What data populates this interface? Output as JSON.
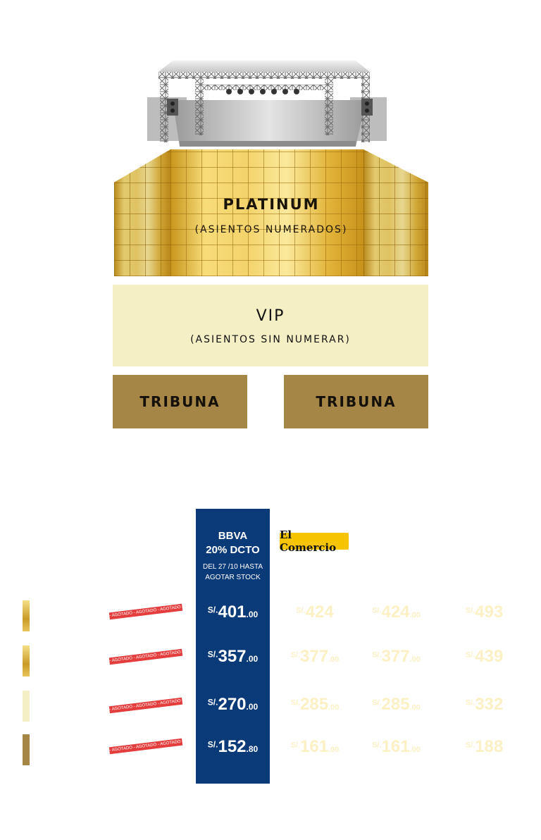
{
  "zones": {
    "platinum_title": "PLATINUM",
    "platinum_sub": "(ASIENTOS NUMERADOS)",
    "vip_title": "VIP",
    "vip_sub": "(ASIENTOS SIN NUMERAR)",
    "tribuna_left": "TRIBUNA",
    "tribuna_right": "TRIBUNA"
  },
  "table": {
    "bbva_header": {
      "name": "BBVA",
      "discount": "20% DCTO",
      "period_line1": "DEL 27 /10 HASTA",
      "period_line2": "AGOTAR STOCK"
    },
    "comercio_logo": "El Comercio",
    "agotado_text": "- AGOTADO - AGOTADO - AGOTADO - AGOTADO",
    "rows": [
      {
        "bbva": {
          "currency": "S/.",
          "int": "401",
          "dec": ".00"
        },
        "comercio": {
          "currency": "S/.",
          "int": "424",
          "dec": ""
        },
        "basico": {
          "currency": "S/.",
          "int": "424",
          "dec": ".00"
        },
        "regular": {
          "currency": "S/.",
          "int": "493",
          "dec": ""
        }
      },
      {
        "bbva": {
          "currency": "S/.",
          "int": "357",
          "dec": ".00"
        },
        "comercio": {
          "currency": "S/.",
          "int": "377",
          "dec": ".00"
        },
        "basico": {
          "currency": "S/.",
          "int": "377",
          "dec": ".00"
        },
        "regular": {
          "currency": "S/.",
          "int": "439",
          "dec": ""
        }
      },
      {
        "bbva": {
          "currency": "S/.",
          "int": "270",
          "dec": ".00"
        },
        "comercio": {
          "currency": "S/.",
          "int": "285",
          "dec": ".00"
        },
        "basico": {
          "currency": "S/.",
          "int": "285",
          "dec": ".00"
        },
        "regular": {
          "currency": "S/.",
          "int": "332",
          "dec": ""
        }
      },
      {
        "bbva": {
          "currency": "S/.",
          "int": "152",
          "dec": ".80"
        },
        "comercio": {
          "currency": "S/.",
          "int": "161",
          "dec": ".00"
        },
        "basico": {
          "currency": "S/.",
          "int": "161",
          "dec": ".00"
        },
        "regular": {
          "currency": "S/.",
          "int": "188",
          "dec": ""
        }
      }
    ]
  },
  "colors": {
    "bbva_blue": "#0b3a78",
    "gold": "#e7be3d",
    "vip_cream": "#f4efc4",
    "tribuna_brown": "#a58646",
    "agotado_red": "#e43d3d",
    "comercio_yellow": "#f6c400"
  }
}
